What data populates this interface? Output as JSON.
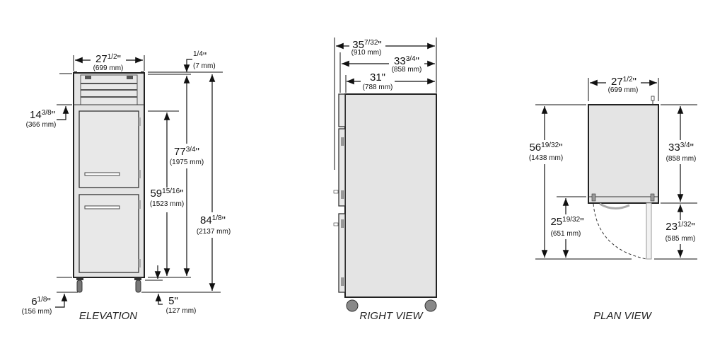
{
  "elevation": {
    "label": "ELEVATION",
    "width": {
      "whole": "27",
      "frac": "1/2",
      "unit": "\"",
      "mm": "(699 mm)"
    },
    "top_gap": {
      "whole": "",
      "frac": "1/4",
      "unit": "\"",
      "mm": "(7 mm)"
    },
    "top_section": {
      "whole": "14",
      "frac": "3/8",
      "unit": "\"",
      "mm": "(366 mm)"
    },
    "door_height": {
      "whole": "59",
      "frac": "15/16",
      "unit": "\"",
      "mm": "(1523 mm)"
    },
    "cabinet_height": {
      "whole": "77",
      "frac": "3/4",
      "unit": "\"",
      "mm": "(1975 mm)"
    },
    "overall_height": {
      "whole": "84",
      "frac": "1/8",
      "unit": "\"",
      "mm": "(2137 mm)"
    },
    "caster_height": {
      "whole": "6",
      "frac": "1/8",
      "unit": "\"",
      "mm": "(156 mm)"
    },
    "bottom_clearance": {
      "whole": "5",
      "frac": "",
      "unit": "\"",
      "mm": "(127 mm)"
    }
  },
  "right_view": {
    "label": "RIGHT VIEW",
    "depth_overall": {
      "whole": "35",
      "frac": "7/32",
      "unit": "\"",
      "mm": "(910 mm)"
    },
    "depth_handles": {
      "whole": "33",
      "frac": "3/4",
      "unit": "\"",
      "mm": "(858 mm)"
    },
    "depth_cabinet": {
      "whole": "31",
      "frac": "",
      "unit": "\"",
      "mm": "(788 mm)"
    }
  },
  "plan_view": {
    "label": "PLAN VIEW",
    "width": {
      "whole": "27",
      "frac": "1/2",
      "unit": "\"",
      "mm": "(699 mm)"
    },
    "overall_depth": {
      "whole": "56",
      "frac": "19/32",
      "unit": "\"",
      "mm": "(1438 mm)"
    },
    "cabinet_depth": {
      "whole": "33",
      "frac": "3/4",
      "unit": "\"",
      "mm": "(858 mm)"
    },
    "door_clearance": {
      "whole": "25",
      "frac": "19/32",
      "unit": "\"",
      "mm": "(651 mm)"
    },
    "door_swing": {
      "whole": "23",
      "frac": "1/32",
      "unit": "\"",
      "mm": "(585 mm)"
    }
  }
}
